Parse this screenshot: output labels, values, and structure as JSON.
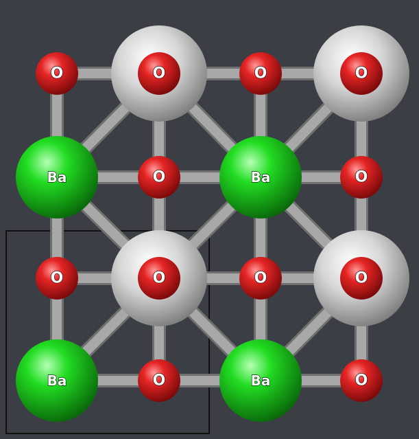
{
  "atom_types": {
    "O": {
      "symbol": "O",
      "color": "#e52525"
    },
    "Ba": {
      "symbol": "Ba",
      "color": "#22dd22"
    },
    "Ti": {
      "symbol": "",
      "color": "#d6d6d6"
    }
  },
  "colors": {
    "background": "#3b3e45",
    "bond": "#a8a8a8",
    "unit_cell_outline": "#111111"
  },
  "atoms": [
    {
      "type": "O",
      "row": 0,
      "col": 0
    },
    {
      "type": "Ti",
      "row": 0,
      "col": 1,
      "label_type": "O"
    },
    {
      "type": "O",
      "row": 0,
      "col": 2
    },
    {
      "type": "Ti",
      "row": 0,
      "col": 3,
      "label_type": "O"
    },
    {
      "type": "Ba",
      "row": 1,
      "col": 0
    },
    {
      "type": "O",
      "row": 1,
      "col": 1
    },
    {
      "type": "Ba",
      "row": 1,
      "col": 2
    },
    {
      "type": "O",
      "row": 1,
      "col": 3
    },
    {
      "type": "O",
      "row": 2,
      "col": 0
    },
    {
      "type": "Ti",
      "row": 2,
      "col": 1,
      "label_type": "O"
    },
    {
      "type": "O",
      "row": 2,
      "col": 2
    },
    {
      "type": "Ti",
      "row": 2,
      "col": 3,
      "label_type": "O"
    },
    {
      "type": "Ba",
      "row": 3,
      "col": 0
    },
    {
      "type": "O",
      "row": 3,
      "col": 1
    },
    {
      "type": "Ba",
      "row": 3,
      "col": 2
    },
    {
      "type": "O",
      "row": 3,
      "col": 3
    }
  ]
}
